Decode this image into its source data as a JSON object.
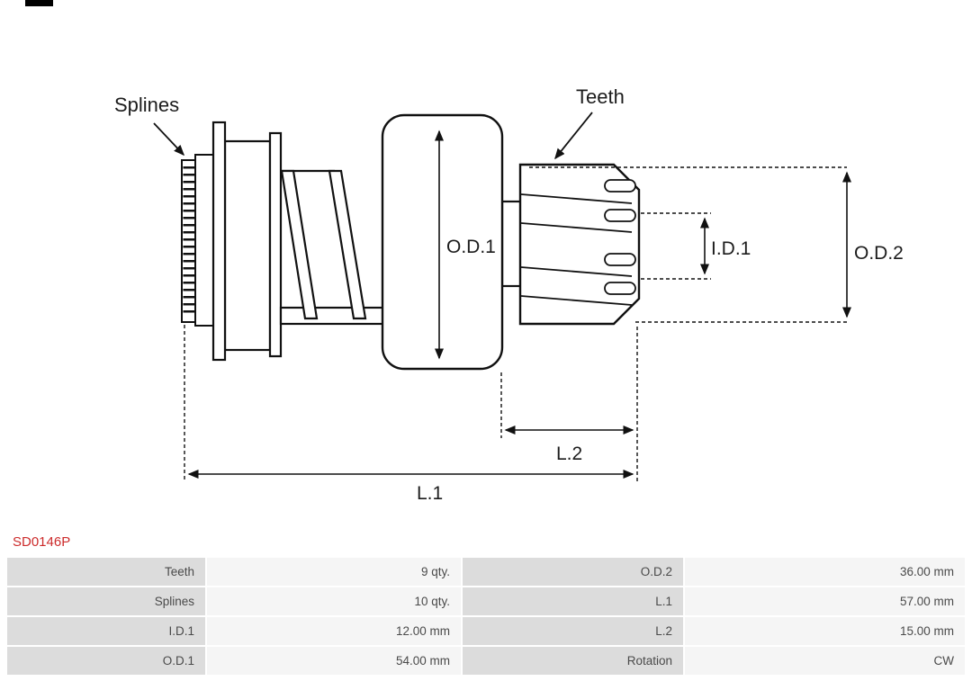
{
  "page": {
    "part_number": "SD0146P"
  },
  "colors": {
    "part_number_text": "#cc2b2b",
    "table_label_bg": "#dcdcdc",
    "table_value_bg": "#f5f5f5",
    "drawing_stroke": "#111111"
  },
  "diagram": {
    "labels": {
      "splines": "Splines",
      "teeth": "Teeth",
      "od1": "O.D.1",
      "id1": "I.D.1",
      "od2": "O.D.2",
      "l1": "L.1",
      "l2": "L.2"
    }
  },
  "spec_table": {
    "rows": [
      {
        "label1": "Teeth",
        "value1": "9 qty.",
        "label2": "O.D.2",
        "value2": "36.00 mm"
      },
      {
        "label1": "Splines",
        "value1": "10 qty.",
        "label2": "L.1",
        "value2": "57.00 mm"
      },
      {
        "label1": "I.D.1",
        "value1": "12.00 mm",
        "label2": "L.2",
        "value2": "15.00 mm"
      },
      {
        "label1": "O.D.1",
        "value1": "54.00 mm",
        "label2": "Rotation",
        "value2": "CW"
      }
    ]
  }
}
